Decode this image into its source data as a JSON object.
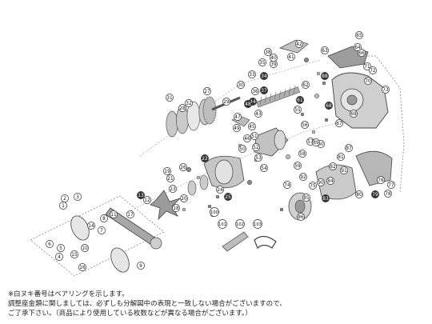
{
  "callouts": [
    "1",
    "2",
    "3",
    "4",
    "5",
    "6",
    "7",
    "8",
    "9",
    "10",
    "11",
    "12",
    "13",
    "14",
    "15",
    "16",
    "17",
    "18",
    "19",
    "20",
    "21",
    "22",
    "23",
    "24",
    "25",
    "26",
    "27",
    "28",
    "29",
    "30",
    "31",
    "32",
    "33",
    "34",
    "35",
    "36",
    "37",
    "38",
    "39",
    "40",
    "41",
    "42",
    "43",
    "44",
    "45",
    "46",
    "47",
    "48",
    "49",
    "50",
    "51",
    "52",
    "53",
    "54",
    "55",
    "56",
    "57",
    "58",
    "59",
    "60",
    "61",
    "62",
    "63",
    "64",
    "65",
    "66",
    "67",
    "68",
    "69",
    "70",
    "71",
    "72",
    "73",
    "74",
    "75",
    "76",
    "77",
    "78",
    "79",
    "80",
    "81",
    "82",
    "83",
    "84",
    "85",
    "86",
    "87",
    "88",
    "89",
    "90",
    "91",
    "92",
    "100",
    "101",
    "102",
    "103"
  ],
  "notes": {
    "bearing_note": "※白ヌキ番号はベアリングを示します。",
    "adjustment_line1": "調整座金類に関しましては、必ずしも分解図中の表現と一致しない場合がございますので、",
    "adjustment_line2": "ご了承下さい。（商品により使用している枚数などが異なる場合がございます。）"
  }
}
